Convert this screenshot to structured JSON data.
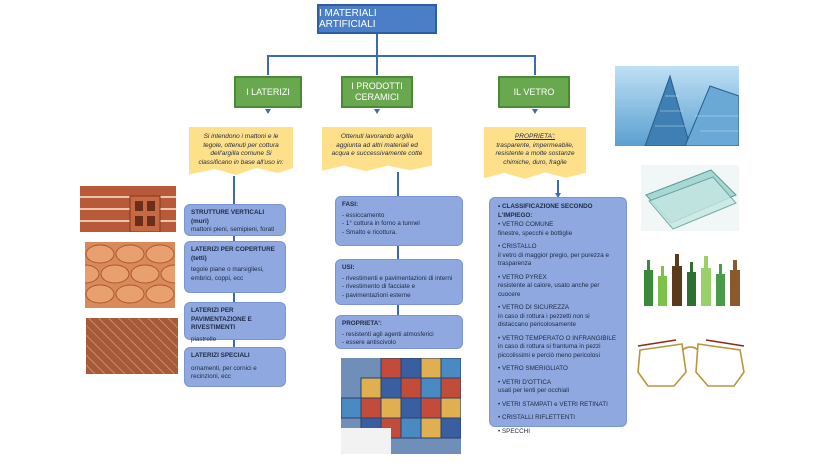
{
  "title": "I MATERIALI ARTIFICIALI",
  "categories": {
    "laterizi": "I LATERIZI",
    "ceramici": "I PRODOTTI CERAMICI",
    "vetro": "IL VETRO"
  },
  "notes": {
    "laterizi": "Si intendono i mattoni e le tegole, ottenuti per cottura dell'argilla comune Si classificano in base all'uso in:",
    "ceramici": "Ottenuti lavorando argilla aggiunta ad altri materiali ed acqua e successivamente cotte",
    "vetro_title": "PROPRIETA':",
    "vetro": "trasparente, impermeabile, resistente a molte sostanze chimiche, duro, fragile"
  },
  "laterizi_boxes": [
    {
      "title": "STRUTTURE VERTICALI (muri)",
      "body": "mattoni pieni, semipieni, forati"
    },
    {
      "title": "LATERIZI PER COPERTURE (tetti)",
      "body": "tegole piane o marsigliesi, embrici, coppi, ecc"
    },
    {
      "title": "LATERIZI PER PAVIMENTAZIONE E RIVESTIMENTI",
      "body": "piastrelle"
    },
    {
      "title": "LATERIZI SPECIALI",
      "body": "ornamenti, per cornici e recinzioni, ecc"
    }
  ],
  "ceramici_boxes": [
    {
      "title": "FASI:",
      "lines": [
        "- essiccamento",
        "- 1° cottura in forno a tunnel",
        "- Smalto e ricottura."
      ]
    },
    {
      "title": "USI:",
      "lines": [
        "- rivestimenti e pavimentazioni di interni",
        "- rivestimento di facciate e",
        "- pavimentazioni esterne"
      ]
    },
    {
      "title": "PROPRIETA':",
      "lines": [
        "- resistenti agli agenti atmosferici",
        "- essere antiscivolo"
      ]
    }
  ],
  "vetro_box": {
    "header": "• CLASSIFICAZIONE SECONDO L'IMPIEGO:",
    "items": [
      {
        "title": "• VETRO COMUNE",
        "body": "finestre, specchi e bottiglie"
      },
      {
        "title": "• CRISTALLO",
        "body": "il vetro di maggior pregio, per purezza e trasparenza"
      },
      {
        "title": "• VETRO PYREX",
        "body": "resistente al calore, usato anche per cuocere"
      },
      {
        "title": "• VETRO DI SICUREZZA",
        "body": "in caso di rottura i pezzetti non si distaccano pericolosamente"
      },
      {
        "title": "• VETRO TEMPERATO O INFRANGIBILE",
        "body": "in caso di rottura si frantuma in pezzi piccolissimi e perciò meno pericolosi"
      },
      {
        "title": "• VETRO SMERIGLIATO",
        "body": ""
      },
      {
        "title": "• VETRI D'OTTICA",
        "body": "usati per lenti per occhiali"
      },
      {
        "title": "• VETRI STAMPATI e VETRI RETINATI",
        "body": ""
      },
      {
        "title": "• CRISTALLI RIFLETTENTI",
        "body": ""
      },
      {
        "title": "• SPECCHI",
        "body": ""
      }
    ]
  },
  "colors": {
    "title_blue": "#4a7fc7",
    "category_green": "#6aa84f",
    "note_yellow": "#ffe08a",
    "box_blue": "#8fa8df"
  }
}
